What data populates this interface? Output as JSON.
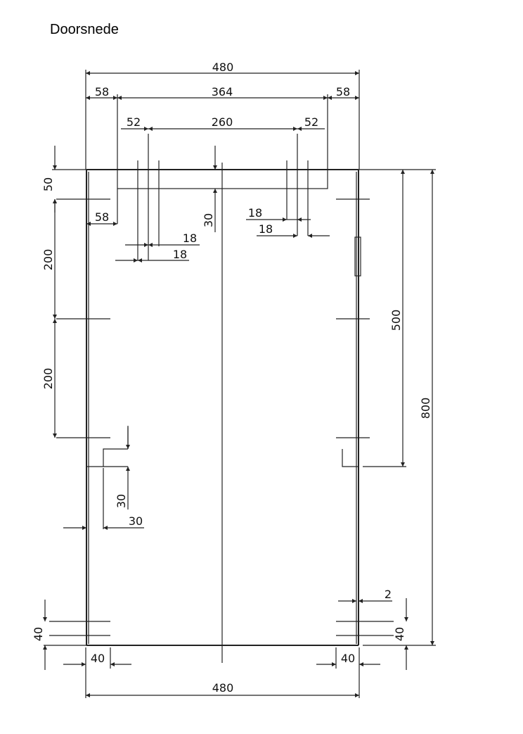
{
  "title": "Doorsnede",
  "dimensions": {
    "top_total": "480",
    "top_left_margin": "58",
    "top_middle": "364",
    "top_right_margin": "58",
    "inner_left": "52",
    "inner_middle": "260",
    "inner_right": "52",
    "left_50": "50",
    "left_58": "58",
    "center_30": "30",
    "left_18a": "18",
    "left_18b": "18",
    "right_18a": "18",
    "right_18b": "18",
    "left_200a": "200",
    "left_200b": "200",
    "right_500": "500",
    "right_800": "800",
    "notch_30v": "30",
    "notch_30h": "30",
    "gap_2": "2",
    "left_40v": "40",
    "right_40v": "40",
    "bottom_left_40": "40",
    "bottom_right_40": "40",
    "bottom_total": "480"
  }
}
